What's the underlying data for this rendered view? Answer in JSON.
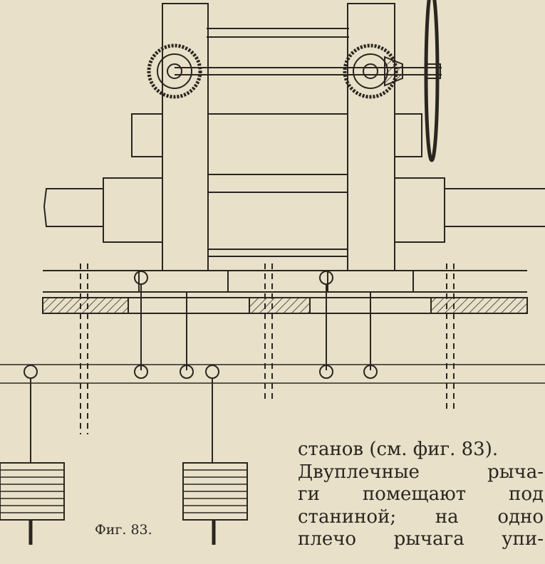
{
  "figure": {
    "caption": "Фиг. 83.",
    "subject": "rolling-mill-stand-with-lever-weights"
  },
  "text": {
    "lines": [
      "станов (см. фиг. 83).",
      "Двуплечные рыча-",
      "ги помещают под",
      "станиной; на одно",
      "плечо рычага упи-"
    ]
  },
  "colors": {
    "paper": "#e9e0c9",
    "ink": "#2a2520"
  }
}
